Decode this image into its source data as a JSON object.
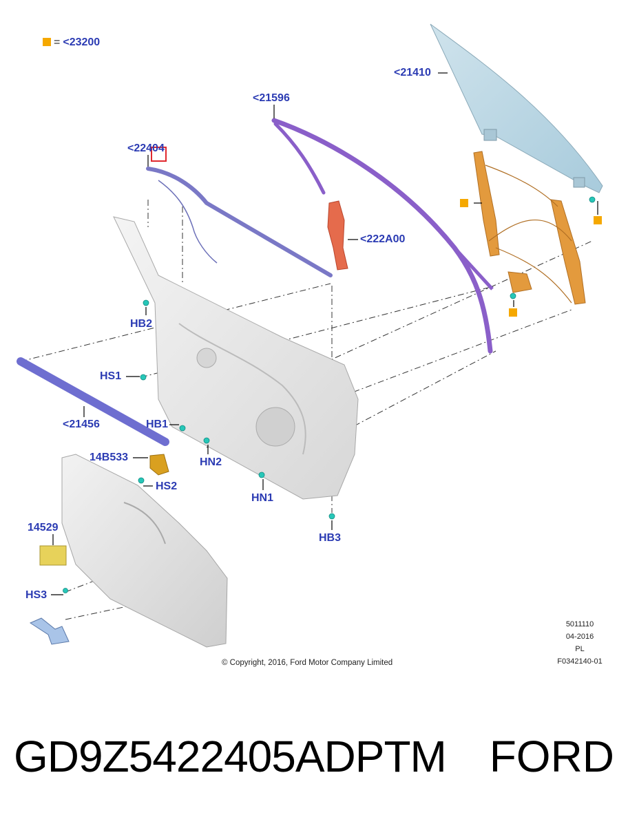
{
  "legend": {
    "symbol": "orange-square",
    "equals": "=",
    "ref": "<23200"
  },
  "callouts": {
    "c21410": "<21410",
    "c21596": "<21596",
    "c22404": "<22404",
    "c222A00": "<222A00",
    "cHB2": "HB2",
    "cHS1": "HS1",
    "c21456": "<21456",
    "cHB1": "HB1",
    "cHN2": "HN2",
    "c14B533": "14B533",
    "cHS2": "HS2",
    "cHN1": "HN1",
    "c14529": "14529",
    "cHB3": "HB3",
    "cHS3": "HS3"
  },
  "meta": {
    "code": "5011110",
    "date": "04-2016",
    "lang": "PL",
    "figure_id": "F0342140-01"
  },
  "copyright": "© Copyright, 2016, Ford Motor Company Limited",
  "footer": {
    "part_number": "GD9Z5422405ADPTM",
    "brand": "FORD"
  },
  "colors": {
    "callout": "#2b3bb3",
    "glass": "#b9d6e4",
    "seal_purple": "#8a5fc9",
    "regulator_orange": "#e08b2a",
    "fastener_cyan": "#27c7b8",
    "highlight_red": "#e0282e"
  }
}
